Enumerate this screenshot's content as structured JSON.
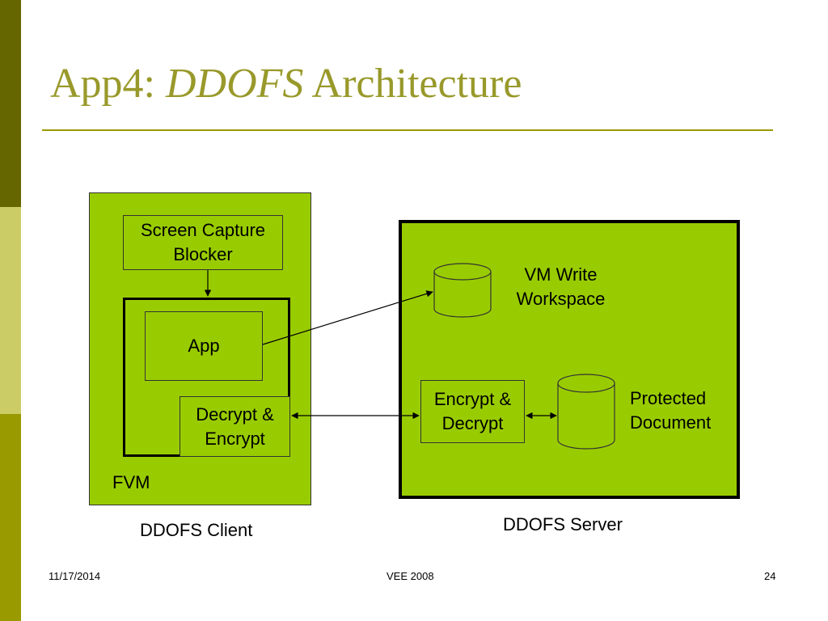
{
  "slide": {
    "title_prefix": "App4: ",
    "title_emph": "DDOFS",
    "title_suffix": " Architecture"
  },
  "diagram": {
    "screen_capture_blocker": "Screen Capture Blocker",
    "app": "App",
    "decrypt_encrypt": "Decrypt & Encrypt",
    "fvm": "FVM",
    "client_caption": "DDOFS Client",
    "vm_write_workspace": "VM Write Workspace",
    "encrypt_decrypt": "Encrypt & Decrypt",
    "protected_document": "Protected Document",
    "server_caption": "DDOFS Server"
  },
  "footer": {
    "date": "11/17/2014",
    "conference": "VEE 2008",
    "page": "24"
  },
  "colors": {
    "box_fill": "#99cc00",
    "title": "#99992b",
    "bar_dark": "#666600",
    "bar_light": "#cccc66",
    "bar_mid": "#999900"
  }
}
